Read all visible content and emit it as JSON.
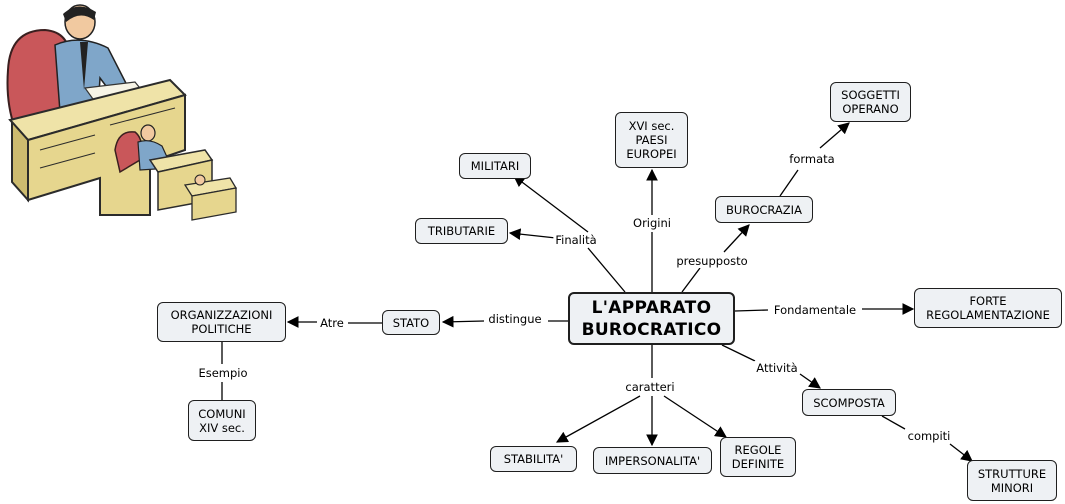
{
  "nodes": {
    "main": "L'APPARATO\nBUROCRATICO",
    "militari": "MILITARI",
    "tributarie": "TRIBUTARIE",
    "xvi": "XVI sec.\nPAESI\nEUROPEI",
    "soggetti": "SOGGETTI\nOPERANO",
    "burocrazia": "BUROCRAZIA",
    "organizzazioni": "ORGANIZZAZIONI\nPOLITICHE",
    "stato": "STATO",
    "comuni": "COMUNI\nXIV sec.",
    "forte": "FORTE\nREGOLAMENTAZIONE",
    "scomposta": "SCOMPOSTA",
    "strutture": "STRUTTURE\nMINORI",
    "stabilita": "STABILITA'",
    "impersonalita": "IMPERSONALITA'",
    "regole": "REGOLE\nDEFINITE"
  },
  "links": {
    "finalita": "Finalità",
    "origini": "Origini",
    "presupposto": "presupposto",
    "formata": "formata",
    "distingue": "distingue",
    "atre": "Atre",
    "esempio": "Esempio",
    "fondamentale": "Fondamentale",
    "attivita": "Attività",
    "compiti": "compiti",
    "caratteri": "caratteri"
  },
  "colors": {
    "node_fill": "#eef1f4",
    "border": "#1f1f1f",
    "line": "#000000"
  },
  "illustration": {
    "icon": "office-bureaucrat-desk-clipart"
  }
}
